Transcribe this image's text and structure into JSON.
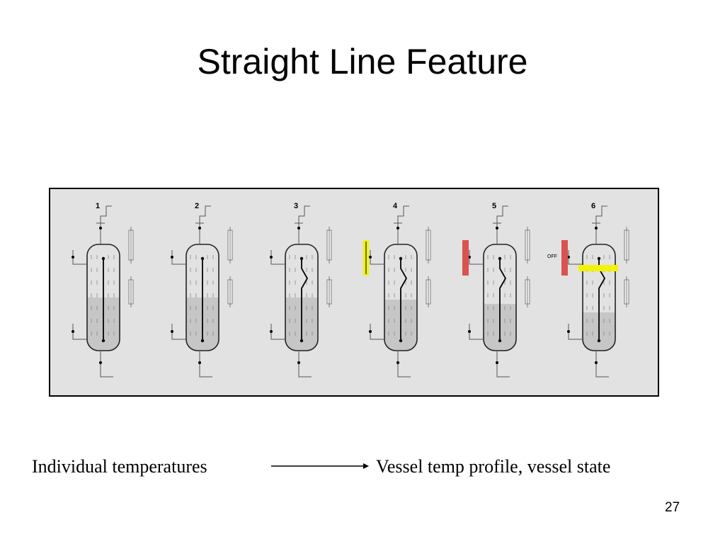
{
  "slide": {
    "title": "Straight Line Feature",
    "page_number": "27"
  },
  "diagram": {
    "vessels": [
      {
        "label": "1",
        "level": 0.5,
        "indicator": ""
      },
      {
        "label": "2",
        "level": 0.5,
        "indicator": ""
      },
      {
        "label": "3",
        "level": 0.5,
        "indicator": ""
      },
      {
        "label": "4",
        "level": 0.48,
        "indicator": "yellow"
      },
      {
        "label": "5",
        "level": 0.44,
        "indicator": "red"
      },
      {
        "label": "6",
        "level": 0.36,
        "indicator": "red-off"
      }
    ],
    "off_label": "OFF",
    "colors": {
      "background": "#e2e2e2",
      "liquid": "#c6c6c6",
      "yellow": "#f2f20a",
      "red": "#d9534f"
    }
  },
  "captions": {
    "left": "Individual temperatures",
    "right": "Vessel temp profile, vessel state"
  }
}
